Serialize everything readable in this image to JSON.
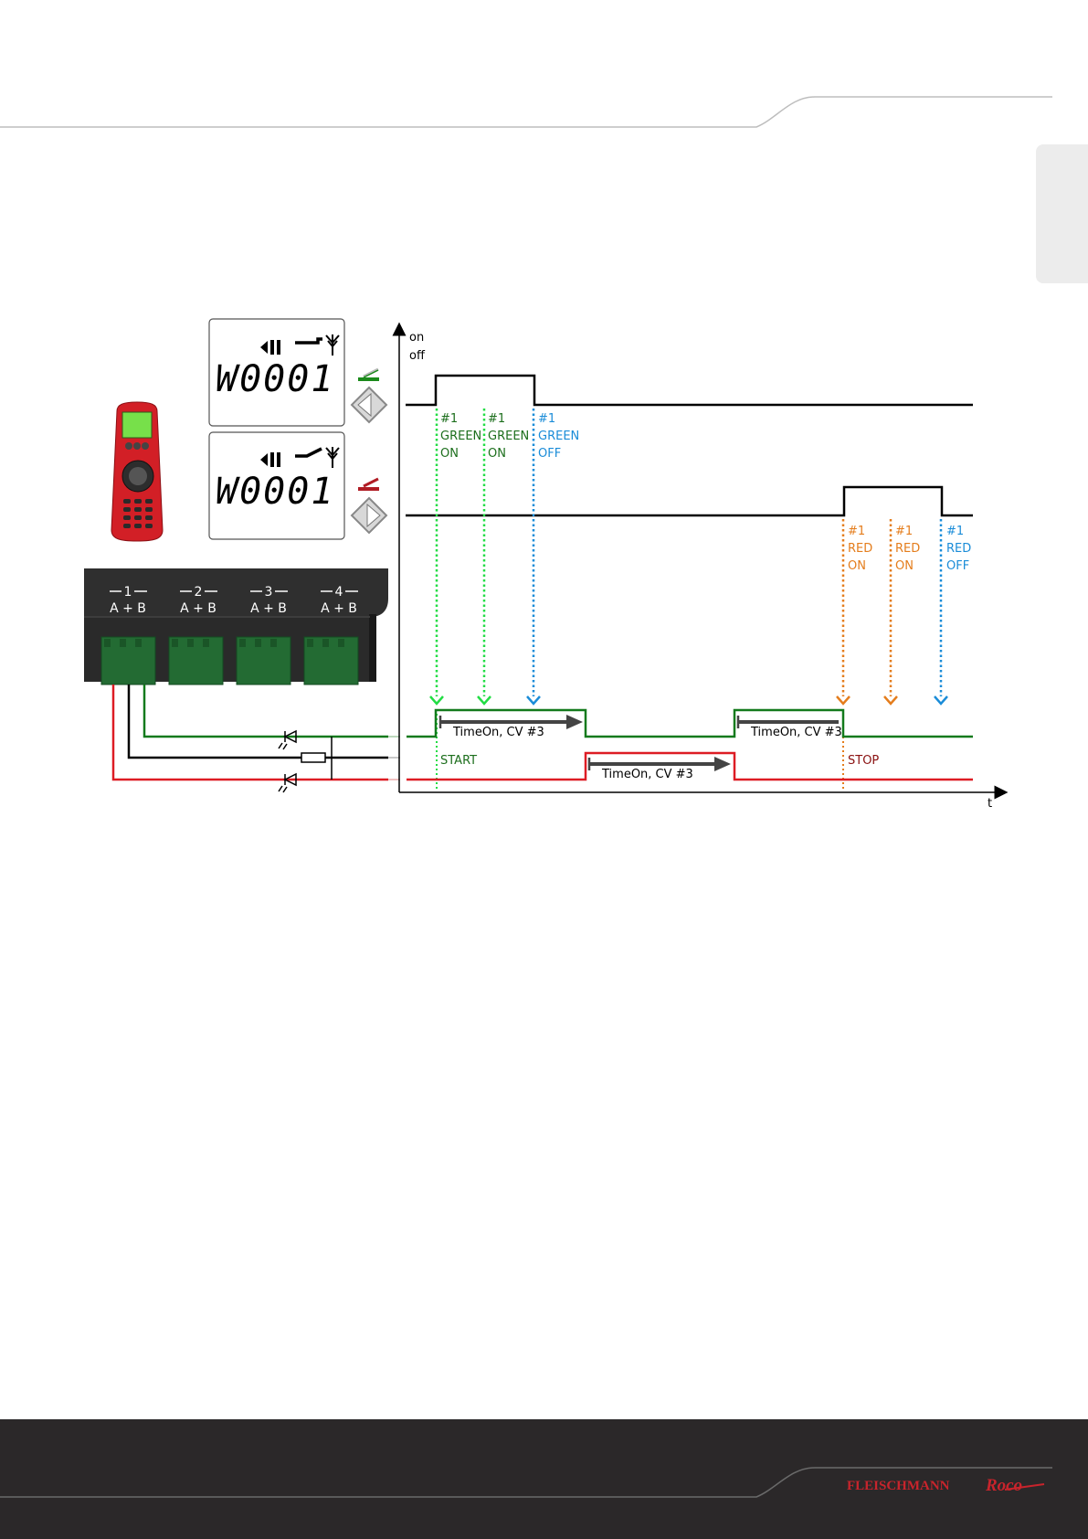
{
  "colors": {
    "green_signal": "#22dd44",
    "green_text": "#1c6e1c",
    "green_wire": "#137a1c",
    "blue": "#1a8cd8",
    "orange": "#e47d1c",
    "red_wire": "#dd1c24",
    "stop_text": "#8a1010",
    "footer_bg": "#2b2829",
    "brand_red": "#c8242c"
  },
  "axes": {
    "y_on": "on",
    "y_off": "off",
    "x_t": "t"
  },
  "commands": {
    "green_on_1": [
      "#1",
      "GREEN",
      "ON"
    ],
    "green_on_2": [
      "#1",
      "GREEN",
      "ON"
    ],
    "green_off": [
      "#1",
      "GREEN",
      "OFF"
    ],
    "red_on_1": [
      "#1",
      "RED",
      "ON"
    ],
    "red_on_2": [
      "#1",
      "RED",
      "ON"
    ],
    "red_off": [
      "#1",
      "RED",
      "OFF"
    ]
  },
  "timing": {
    "time_on_1": "TimeOn, CV #3",
    "time_on_2": "TimeOn, CV #3",
    "time_on_3": "TimeOn, CV #3",
    "start": "START",
    "stop": "STOP"
  },
  "lcd": {
    "display_1": "W0001",
    "display_2": "W0001"
  },
  "decoder": {
    "ports": [
      {
        "num": "1",
        "label": "A + B"
      },
      {
        "num": "2",
        "label": "A + B"
      },
      {
        "num": "3",
        "label": "A + B"
      },
      {
        "num": "4",
        "label": "A + B"
      }
    ]
  },
  "brands": {
    "brand_1": "FLEISCHMANN",
    "brand_2": "Roco"
  }
}
